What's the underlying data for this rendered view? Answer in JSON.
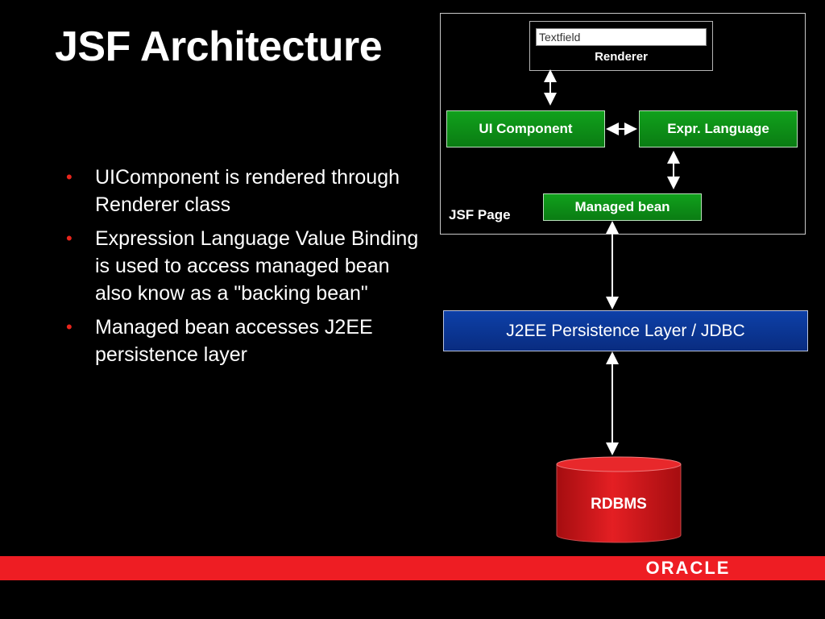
{
  "slide": {
    "title": "JSF Architecture",
    "bullets": [
      "UIComponent is rendered through Renderer class",
      "Expression Language Value Binding is used to access managed bean also know as a \"backing bean\"",
      "Managed bean accesses J2EE persistence layer"
    ]
  },
  "diagram": {
    "textfield": "Textfield",
    "renderer": "Renderer",
    "ui_component": "UI Component",
    "expr_language": "Expr. Language",
    "managed_bean": "Managed bean",
    "jsf_page": "JSF Page",
    "persistence": "J2EE Persistence Layer / JDBC",
    "rdbms": "RDBMS"
  },
  "footer": {
    "logo": "ORACLE"
  },
  "colors": {
    "background": "#000000",
    "accent_red": "#ee1d23",
    "component_green": "#11a11c",
    "persistence_blue": "#0d40a8",
    "bullet_red": "#e8251c"
  }
}
